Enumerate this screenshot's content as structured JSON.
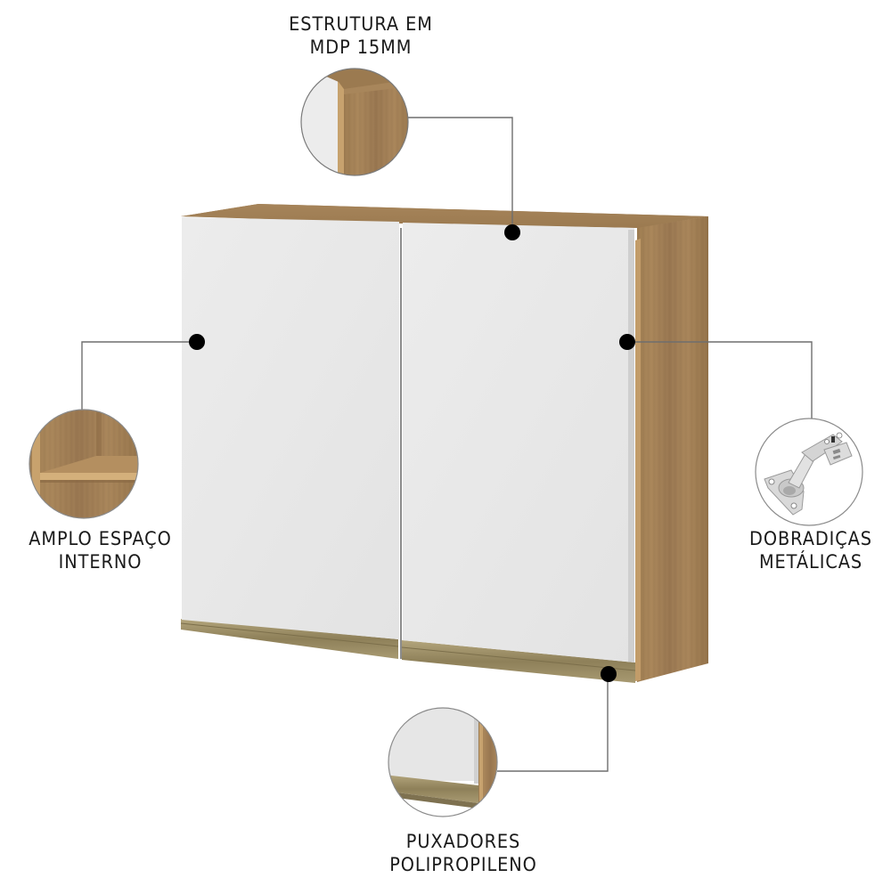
{
  "product": {
    "name": "Cabinet (2-door wall cabinet)",
    "colors": {
      "wood": "#a07f55",
      "wood_dark": "#8c6d47",
      "wood_light": "#c09a68",
      "door_white": "#e8e8e8",
      "handle_profile": "#9a8a62",
      "callout_dot": "#000000",
      "callout_line": "#6e6e6e"
    }
  },
  "callouts": [
    {
      "id": "estrutura",
      "line1": "ESTRUTURA EM",
      "line2": "MDP 15MM",
      "detail_icon": "wood-edge-detail"
    },
    {
      "id": "amplo",
      "line1": "AMPLO ESPAÇO",
      "line2": "INTERNO",
      "detail_icon": "shelf-interior-detail"
    },
    {
      "id": "dobradicas",
      "line1": "DOBRADIÇAS",
      "line2": "METÁLICAS",
      "detail_icon": "metal-hinge-detail"
    },
    {
      "id": "puxadores",
      "line1": "PUXADORES",
      "line2": "POLIPROPILENO",
      "detail_icon": "handle-profile-detail"
    }
  ]
}
